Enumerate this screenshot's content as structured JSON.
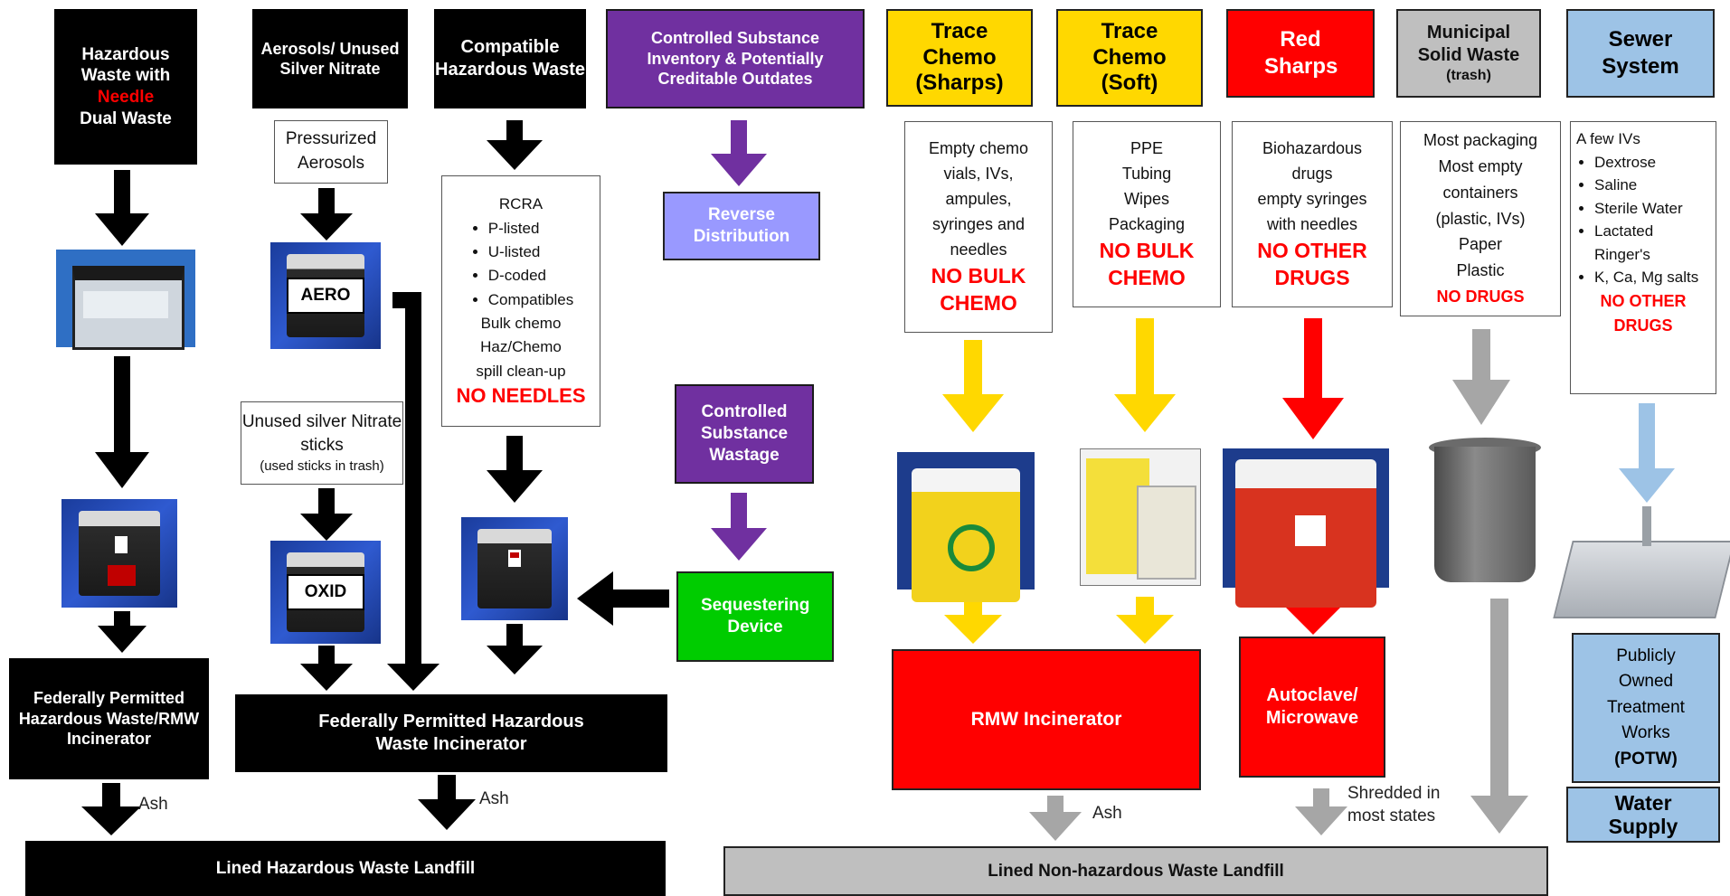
{
  "headers": {
    "haz_needle": {
      "line1": "Hazardous",
      "line2": "Waste with",
      "needle": "Needle",
      "line3": "Dual Waste"
    },
    "aerosols": "Aerosols/ Unused Silver Nitrate",
    "compatible": "Compatible Hazardous Waste",
    "controlled_inventory": "Controlled Substance Inventory & Potentially Creditable Outdates",
    "trace_sharps": "Trace Chemo (Sharps)",
    "trace_soft": "Trace Chemo (Soft)",
    "red_sharps": "Red Sharps",
    "municipal": {
      "main": "Municipal Solid Waste",
      "sub": "(trash)"
    },
    "sewer": "Sewer System"
  },
  "boxes": {
    "pressurized": "Pressurized Aerosols",
    "unused_silver": {
      "main": "Unused silver Nitrate sticks",
      "sub": "(used sticks in trash)"
    },
    "rcra": {
      "title": "RCRA",
      "items": [
        "P-listed",
        "U-listed",
        "D-coded",
        "Compatibles"
      ],
      "extra": [
        "Bulk chemo",
        "Haz/Chemo",
        "spill clean-up"
      ],
      "warning": "NO NEEDLES"
    },
    "reverse": "Reverse Distribution",
    "cs_wastage": "Controlled Substance Wastage",
    "sequestering": "Sequestering Device",
    "trace_sharps_desc": {
      "lines": [
        "Empty chemo",
        "vials, IVs,",
        "ampules,",
        "syringes and",
        "needles"
      ],
      "warning": "NO BULK CHEMO"
    },
    "trace_soft_desc": {
      "lines": [
        "PPE",
        "Tubing",
        "Wipes",
        "Packaging"
      ],
      "warning": "NO BULK CHEMO"
    },
    "red_sharps_desc": {
      "lines": [
        "Biohazardous",
        "drugs",
        "empty syringes",
        "with needles"
      ],
      "warning": "NO OTHER DRUGS"
    },
    "municipal_desc": {
      "lines": [
        "Most packaging",
        "Most empty",
        "containers",
        "(plastic, IVs)",
        "Paper",
        "Plastic"
      ],
      "warning": "NO DRUGS"
    },
    "sewer_desc": {
      "intro": "A few IVs",
      "items": [
        "Dextrose",
        "Saline",
        "Sterile Water",
        "Lactated Ringer's",
        "K, Ca, Mg salts"
      ],
      "warning": "NO OTHER DRUGS"
    }
  },
  "containers": {
    "aero_label": "AERO",
    "oxid_label": "OXID"
  },
  "destinations": {
    "fed_permitted_rmw": "Federally Permitted Hazardous Waste/RMW Incinerator",
    "fed_permitted_haz": "Federally Permitted Hazardous Waste Incinerator",
    "rmw_incinerator": "RMW Incinerator",
    "autoclave": "Autoclave/ Microwave",
    "potw": {
      "main": "Publicly Owned Treatment Works",
      "abbr": "(POTW)"
    },
    "water_supply": "Water Supply",
    "lined_haz_landfill": "Lined Hazardous Waste Landfill",
    "lined_nonhaz_landfill": "Lined Non-hazardous Waste Landfill"
  },
  "labels": {
    "ash": "Ash",
    "shredded": "Shredded in most states"
  },
  "colors": {
    "black": "#000000",
    "purple": "#7030a0",
    "yellow": "#ffd800",
    "red": "#ff0000",
    "gray": "#bfbfbf",
    "blue": "#9dc3e6",
    "lavender": "#9999ff",
    "green": "#00cc00"
  }
}
